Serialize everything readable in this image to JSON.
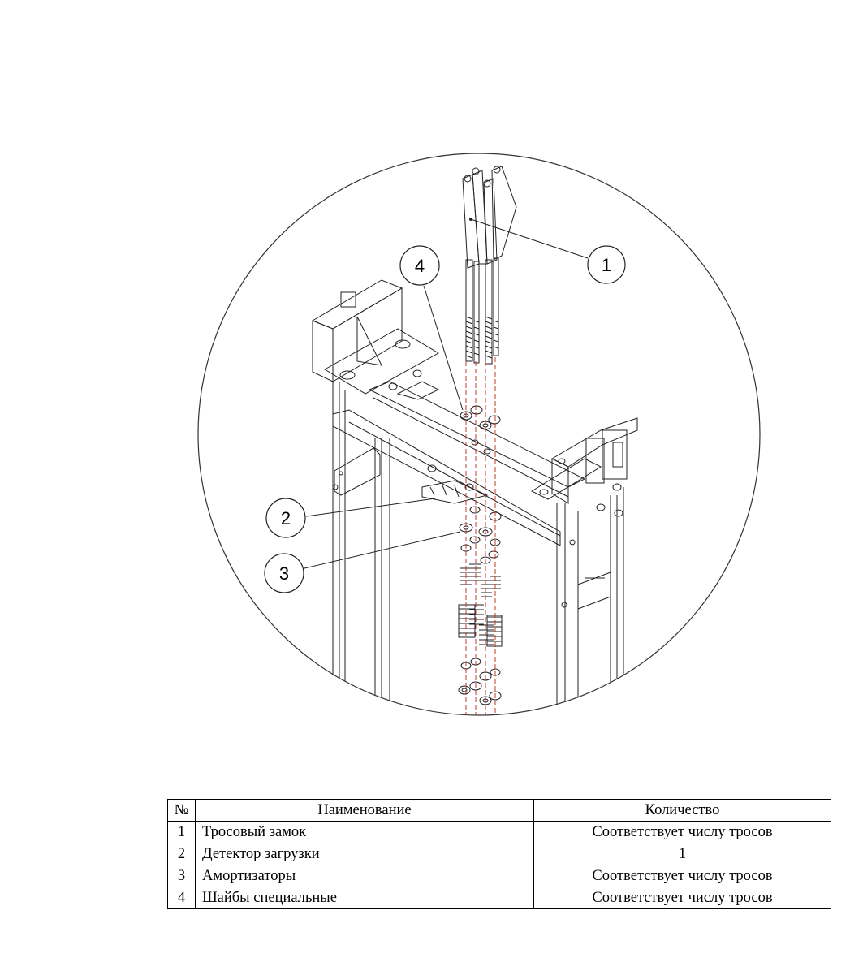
{
  "diagram": {
    "callouts": [
      {
        "number": "1"
      },
      {
        "number": "2"
      },
      {
        "number": "3"
      },
      {
        "number": "4"
      }
    ],
    "line_color": "#222222",
    "axis_color": "#c0392b"
  },
  "table": {
    "headers": {
      "no": "№",
      "name": "Наименование",
      "qty": "Количество"
    },
    "rows": [
      {
        "no": "1",
        "name": "Тросовый замок",
        "qty": "Соответствует числу тросов"
      },
      {
        "no": "2",
        "name": "Детектор загрузки",
        "qty": "1"
      },
      {
        "no": "3",
        "name": "Амортизаторы",
        "qty": "Соответствует числу тросов"
      },
      {
        "no": "4",
        "name": "Шайбы специальные",
        "qty": "Соответствует числу тросов"
      }
    ]
  }
}
